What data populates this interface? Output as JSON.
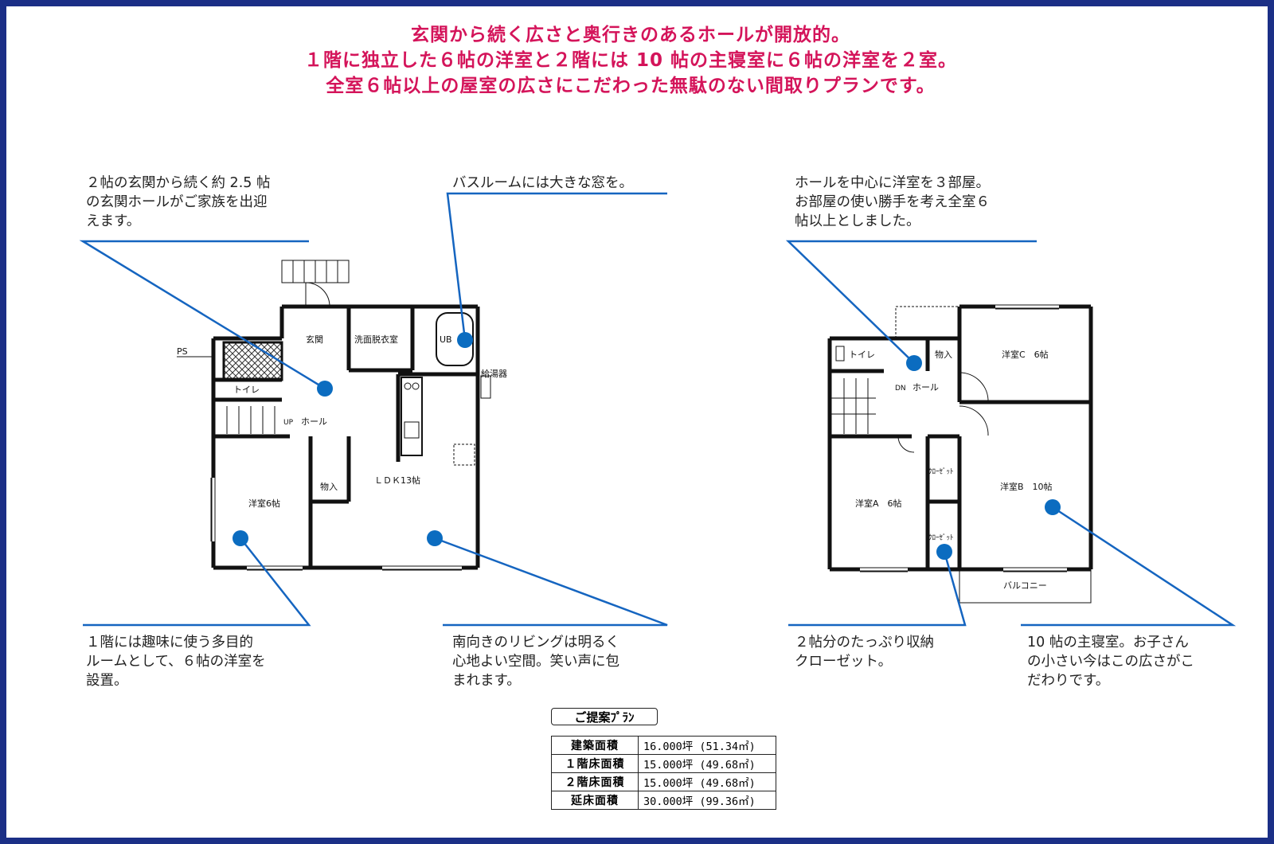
{
  "colors": {
    "frame": "#1b2f86",
    "headline": "#d4145a",
    "callout": "#1565c0",
    "dot": "#0b6cc0",
    "wall": "#111111"
  },
  "headline": {
    "line1": "玄関から続く広さと奥行きのあるホールが開放的。",
    "line2": "１階に独立した６帖の洋室と２階には 10 帖の主寝室に６帖の洋室を２室。",
    "line3": "全室６帖以上の屋室の広さにこだわった無駄のない間取りプランです。"
  },
  "captions": {
    "entrance": [
      "２帖の玄関から続く約 2.5 帖",
      "の玄関ホールがご家族を出迎",
      "えます。"
    ],
    "bath": [
      "バスルームには大きな窓を。"
    ],
    "hall2": [
      "ホールを中心に洋室を３部屋。",
      "お部屋の使い勝手を考え全室６",
      "帖以上としました。"
    ],
    "room1": [
      "１階には趣味に使う多目的",
      "ルームとして、６帖の洋室を",
      "設置。"
    ],
    "living": [
      "南向きのリビングは明るく",
      "心地よい空間。笑い声に包",
      "まれます。"
    ],
    "closet": [
      "２帖分のたっぷり収納",
      "クローゼット。"
    ],
    "master": [
      "10 帖の主寝室。お子さん",
      "の小さい今はこの広さがこ",
      "だわりです。"
    ]
  },
  "floor1": {
    "ps": "PS",
    "genkan": "玄関",
    "senmen": "洗面脱衣室",
    "ub": "UB",
    "kyutoki": "給湯器",
    "toilet": "トイレ",
    "up": "UP",
    "hall": "ホール",
    "monoire": "物入",
    "youshitsu": "洋室6帖",
    "ldk": "ＬＤＫ13帖"
  },
  "floor2": {
    "toilet": "トイレ",
    "monoire": "物入",
    "dn": "DN",
    "hall": "ホール",
    "roomC": "洋室C　6帖",
    "roomA": "洋室A　6帖",
    "roomB": "洋室B　10帖",
    "closet1": "ｸﾛｰｾﾞｯﾄ",
    "closet2": "ｸﾛｰｾﾞｯﾄ",
    "balcony": "バルコニー"
  },
  "plan": {
    "title": "ご提案ﾌﾟﾗﾝ",
    "rows": [
      {
        "label": "建築面積",
        "value": "16.000坪 (51.34㎡)"
      },
      {
        "label": "１階床面積",
        "value": "15.000坪 (49.68㎡)"
      },
      {
        "label": "２階床面積",
        "value": "15.000坪 (49.68㎡)"
      },
      {
        "label": "延床面積",
        "value": "30.000坪 (99.36㎡)"
      }
    ]
  }
}
